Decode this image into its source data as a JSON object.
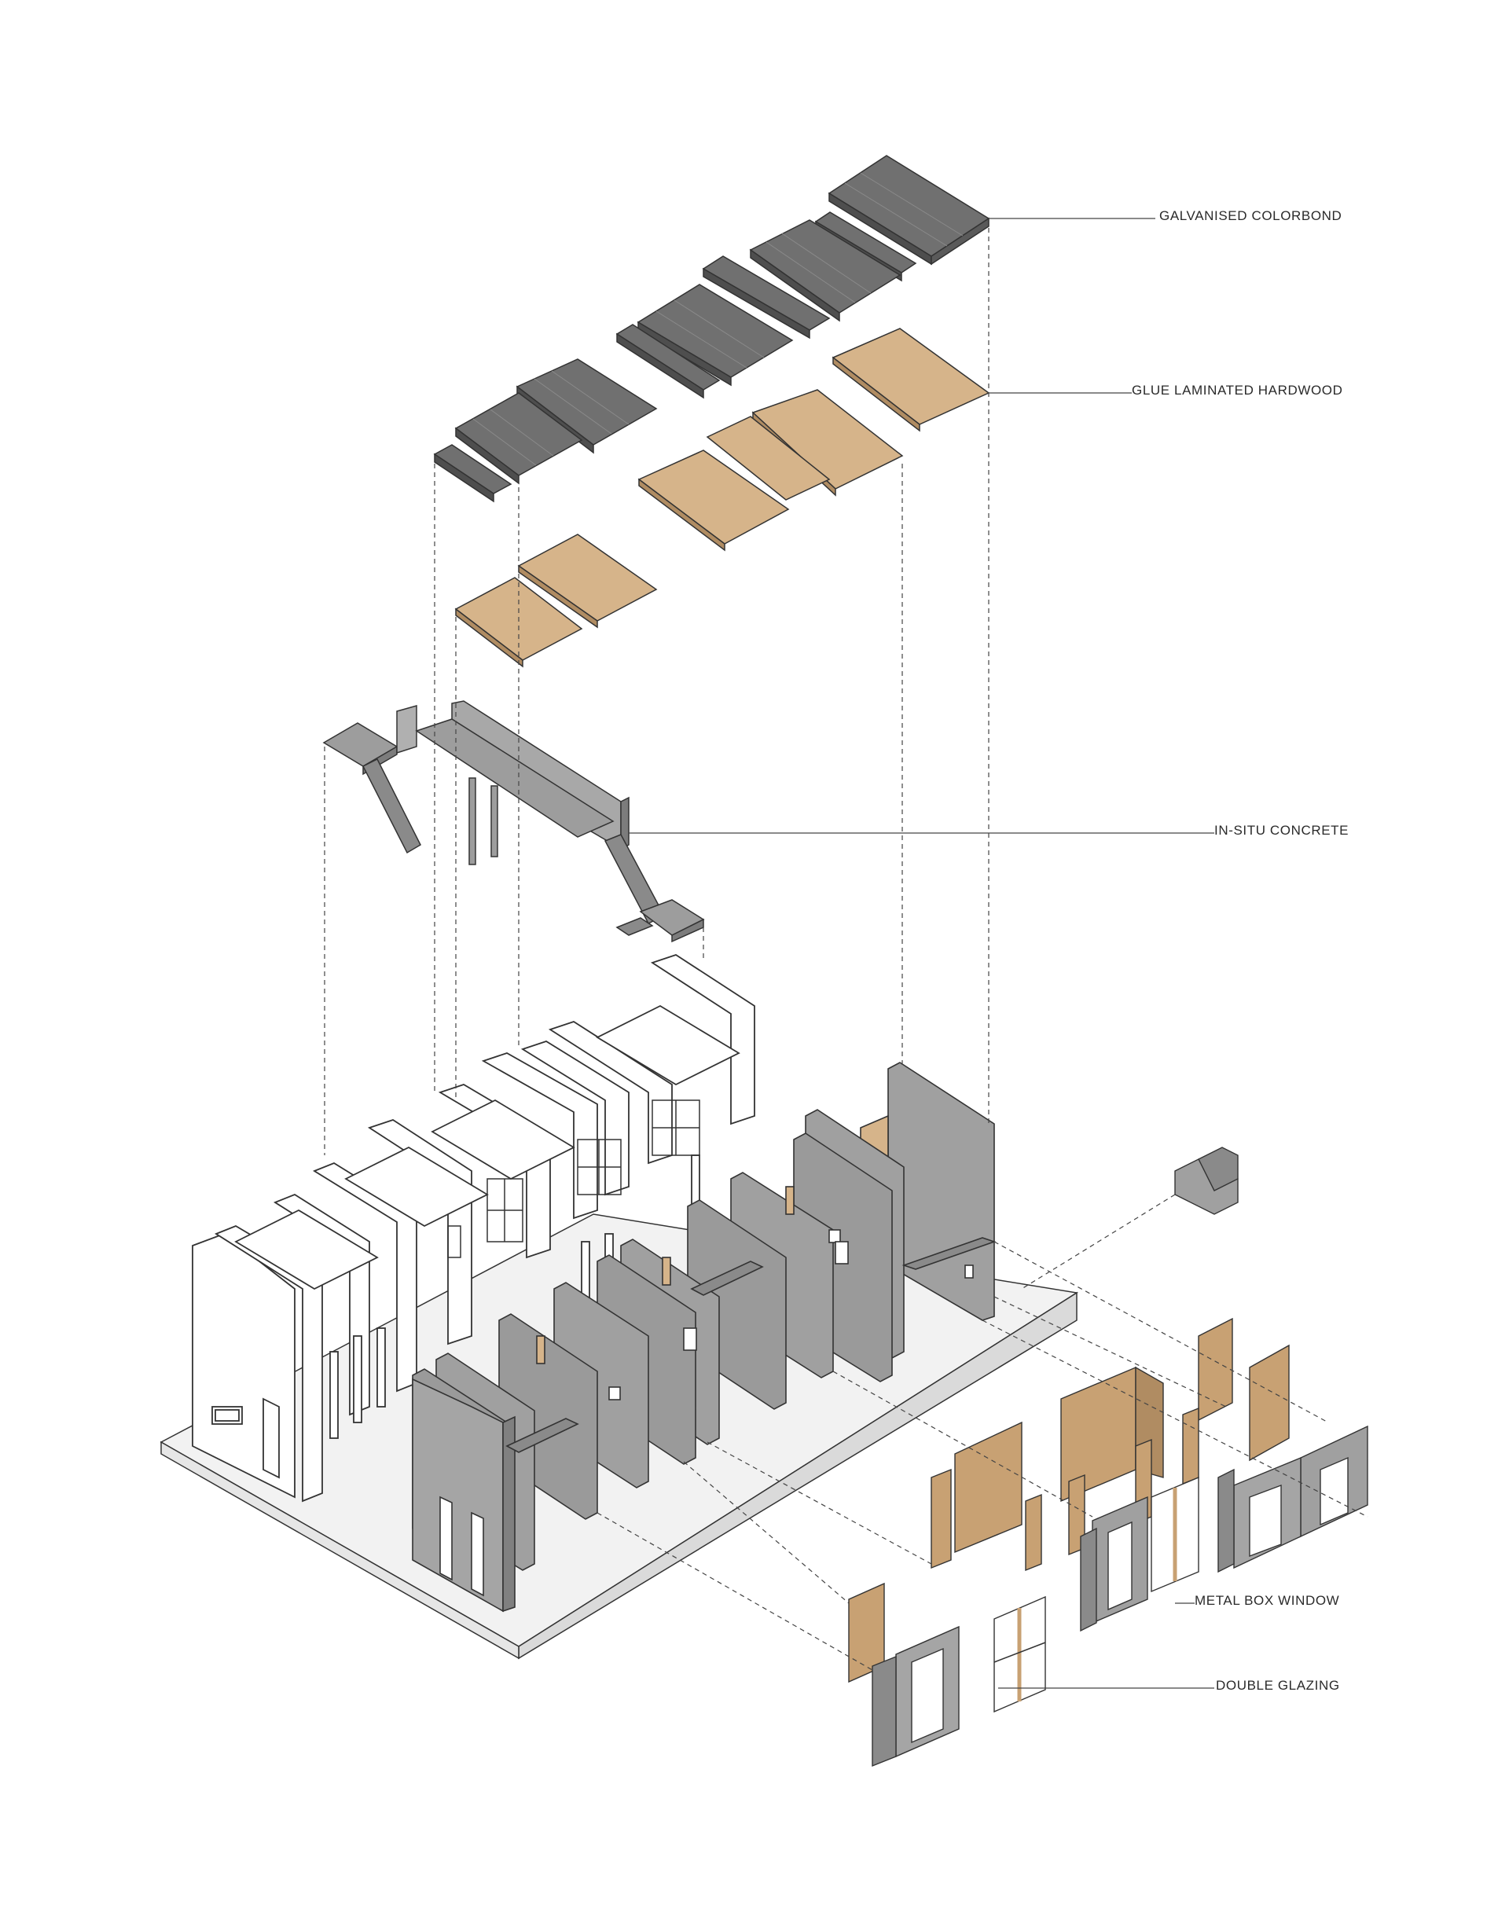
{
  "labels": {
    "galvanised": "GALVANISED COLORBOND",
    "glulam": "GLUE LAMINATED HARDWOOD",
    "concrete": "IN-SITU CONCRETE",
    "metal_window": "METAL BOX WINDOW",
    "glazing": "DOUBLE GLAZING"
  },
  "colors": {
    "roof": "#6e6e6e",
    "roof_side": "#4e4e4e",
    "timber": "#d6b48a",
    "concrete": "#9d9d9d",
    "concrete_side": "#7c7c7c",
    "line": "#333333",
    "white_wall": "#ffffff"
  }
}
